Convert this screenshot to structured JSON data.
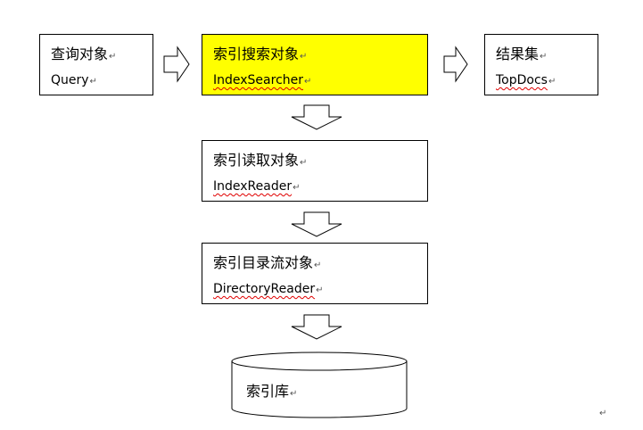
{
  "diagram": {
    "query_box": {
      "title": "查询对象",
      "subtitle": "Query"
    },
    "searcher_box": {
      "title": "索引搜索对象",
      "subtitle": "IndexSearcher"
    },
    "result_box": {
      "title": "结果集",
      "subtitle": "TopDocs"
    },
    "reader_box": {
      "title": "索引读取对象",
      "subtitle": "IndexReader"
    },
    "directory_box": {
      "title": "索引目录流对象",
      "subtitle": "DirectoryReader"
    },
    "database": {
      "label": "索引库"
    },
    "paragraph_mark": "↵",
    "colors": {
      "highlight": "#ffff00",
      "border": "#000000",
      "spellcheck": "#e00000"
    }
  }
}
